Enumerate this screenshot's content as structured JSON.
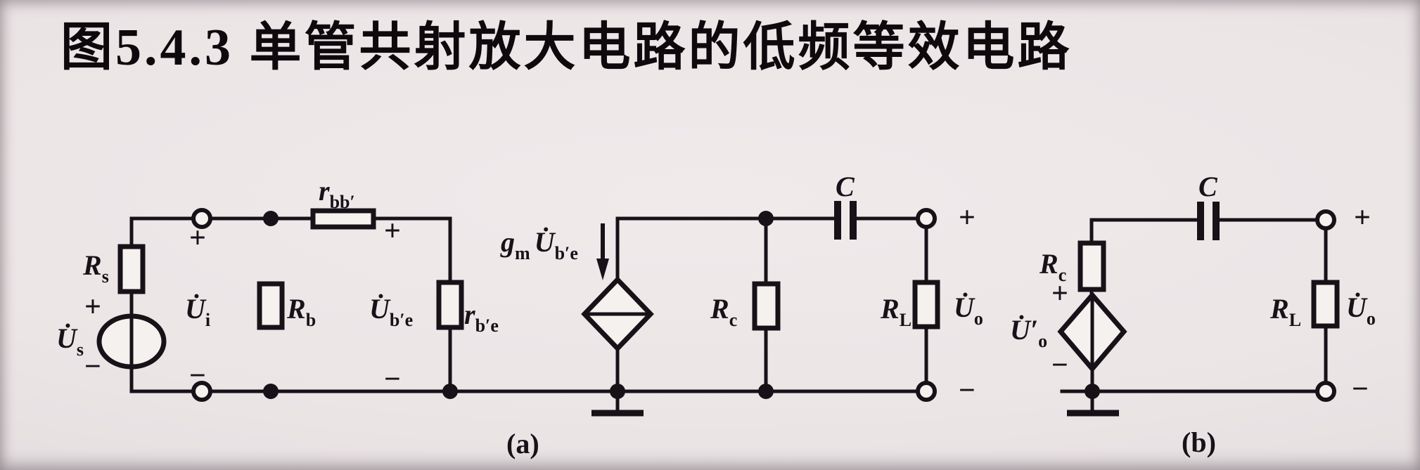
{
  "page": {
    "title": "图5.4.3 单管共射放大电路的低频等效电路",
    "background": "#ebe5e6",
    "ink": "#171118"
  },
  "symbols": {
    "plus": "+",
    "minus": "−"
  },
  "circuit_a": {
    "caption": "(a)",
    "rs": {
      "main": "R",
      "sub": "s"
    },
    "us": {
      "main": "U̇",
      "sub": "s"
    },
    "ui": {
      "main": "U̇",
      "sub": "i"
    },
    "rb": {
      "main": "R",
      "sub": "b"
    },
    "rbb": {
      "main": "r",
      "sub": "bb′"
    },
    "ube": {
      "main": "U̇",
      "sub": "b′e"
    },
    "rbe": {
      "main": "r",
      "sub": "b′e"
    },
    "gm_source": {
      "g": "g",
      "g_sub": "m",
      "u": "U̇",
      "u_sub": "b′e"
    },
    "rc": {
      "main": "R",
      "sub": "c"
    },
    "cap": "C",
    "rl": {
      "main": "R",
      "sub": "L"
    },
    "uo": {
      "main": "U̇",
      "sub": "o"
    }
  },
  "circuit_b": {
    "caption": "(b)",
    "rc": {
      "main": "R",
      "sub": "c"
    },
    "uo_prime": {
      "main": "U̇′",
      "sub": "o"
    },
    "cap": "C",
    "rl": {
      "main": "R",
      "sub": "L"
    },
    "uo": {
      "main": "U̇",
      "sub": "o"
    }
  }
}
